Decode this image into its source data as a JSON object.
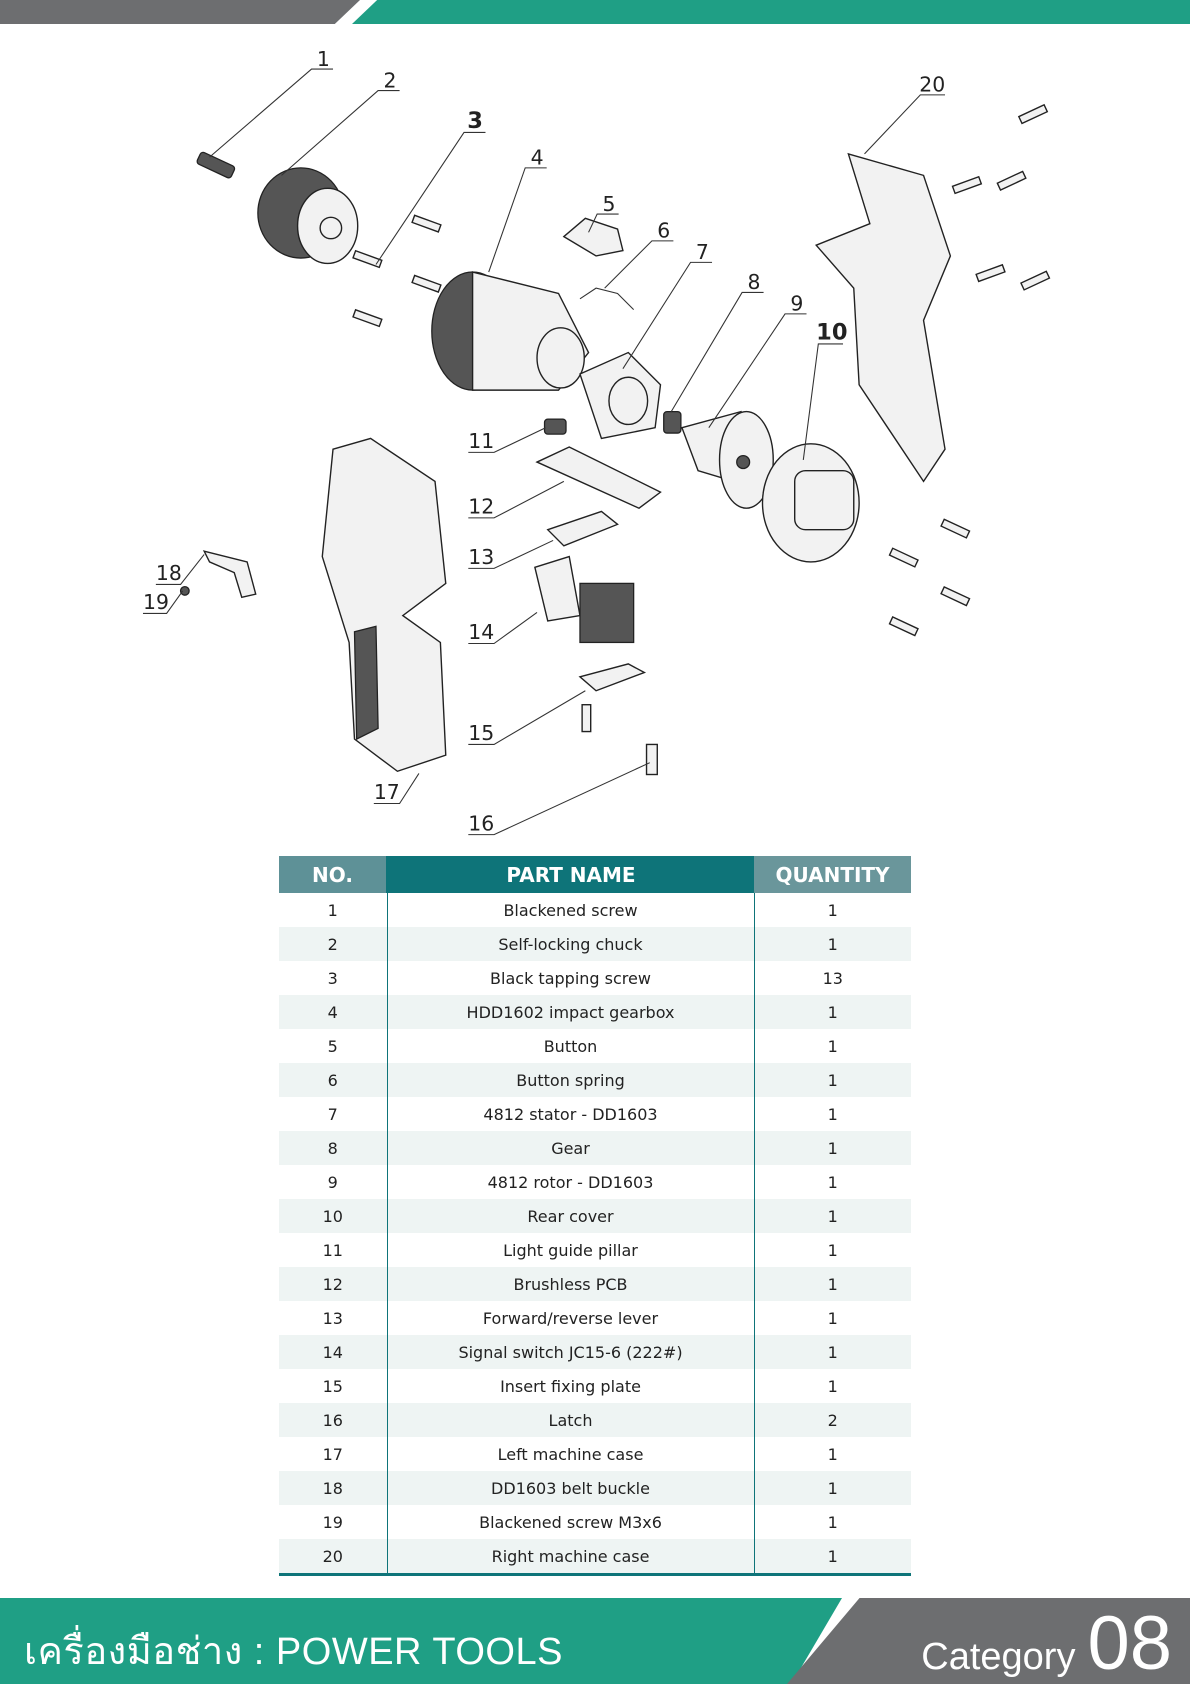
{
  "diagram": {
    "callouts": [
      "1",
      "2",
      "3",
      "4",
      "5",
      "6",
      "7",
      "8",
      "9",
      "10",
      "11",
      "12",
      "13",
      "14",
      "15",
      "16",
      "17",
      "18",
      "19",
      "20"
    ]
  },
  "table": {
    "headers": {
      "no": "NO.",
      "part_name": "PART NAME",
      "quantity": "QUANTITY"
    },
    "rows": [
      {
        "no": "1",
        "name": "Blackened screw",
        "qty": "1"
      },
      {
        "no": "2",
        "name": "Self-locking chuck",
        "qty": "1"
      },
      {
        "no": "3",
        "name": "Black tapping screw",
        "qty": "13"
      },
      {
        "no": "4",
        "name": "HDD1602 impact gearbox",
        "qty": "1"
      },
      {
        "no": "5",
        "name": "Button",
        "qty": "1"
      },
      {
        "no": "6",
        "name": "Button spring",
        "qty": "1"
      },
      {
        "no": "7",
        "name": "4812 stator - DD1603",
        "qty": "1"
      },
      {
        "no": "8",
        "name": "Gear",
        "qty": "1"
      },
      {
        "no": "9",
        "name": "4812 rotor - DD1603",
        "qty": "1"
      },
      {
        "no": "10",
        "name": "Rear cover",
        "qty": "1"
      },
      {
        "no": "11",
        "name": "Light guide pillar",
        "qty": "1"
      },
      {
        "no": "12",
        "name": "Brushless PCB",
        "qty": "1"
      },
      {
        "no": "13",
        "name": "Forward/reverse lever",
        "qty": "1"
      },
      {
        "no": "14",
        "name": "Signal switch JC15-6 (222#)",
        "qty": "1"
      },
      {
        "no": "15",
        "name": "Insert fixing plate",
        "qty": "1"
      },
      {
        "no": "16",
        "name": "Latch",
        "qty": "2"
      },
      {
        "no": "17",
        "name": "Left machine case",
        "qty": "1"
      },
      {
        "no": "18",
        "name": "DD1603 belt buckle",
        "qty": "1"
      },
      {
        "no": "19",
        "name": "Blackened screw M3x6",
        "qty": "1"
      },
      {
        "no": "20",
        "name": "Right machine case",
        "qty": "1"
      }
    ]
  },
  "footer": {
    "title": "เครื่องมือช่าง : POWER TOOLS",
    "category_label": "Category",
    "category_number": "08"
  },
  "colors": {
    "green": "#1f9f85",
    "gray": "#6d6e70",
    "teal": "#0e7479"
  }
}
